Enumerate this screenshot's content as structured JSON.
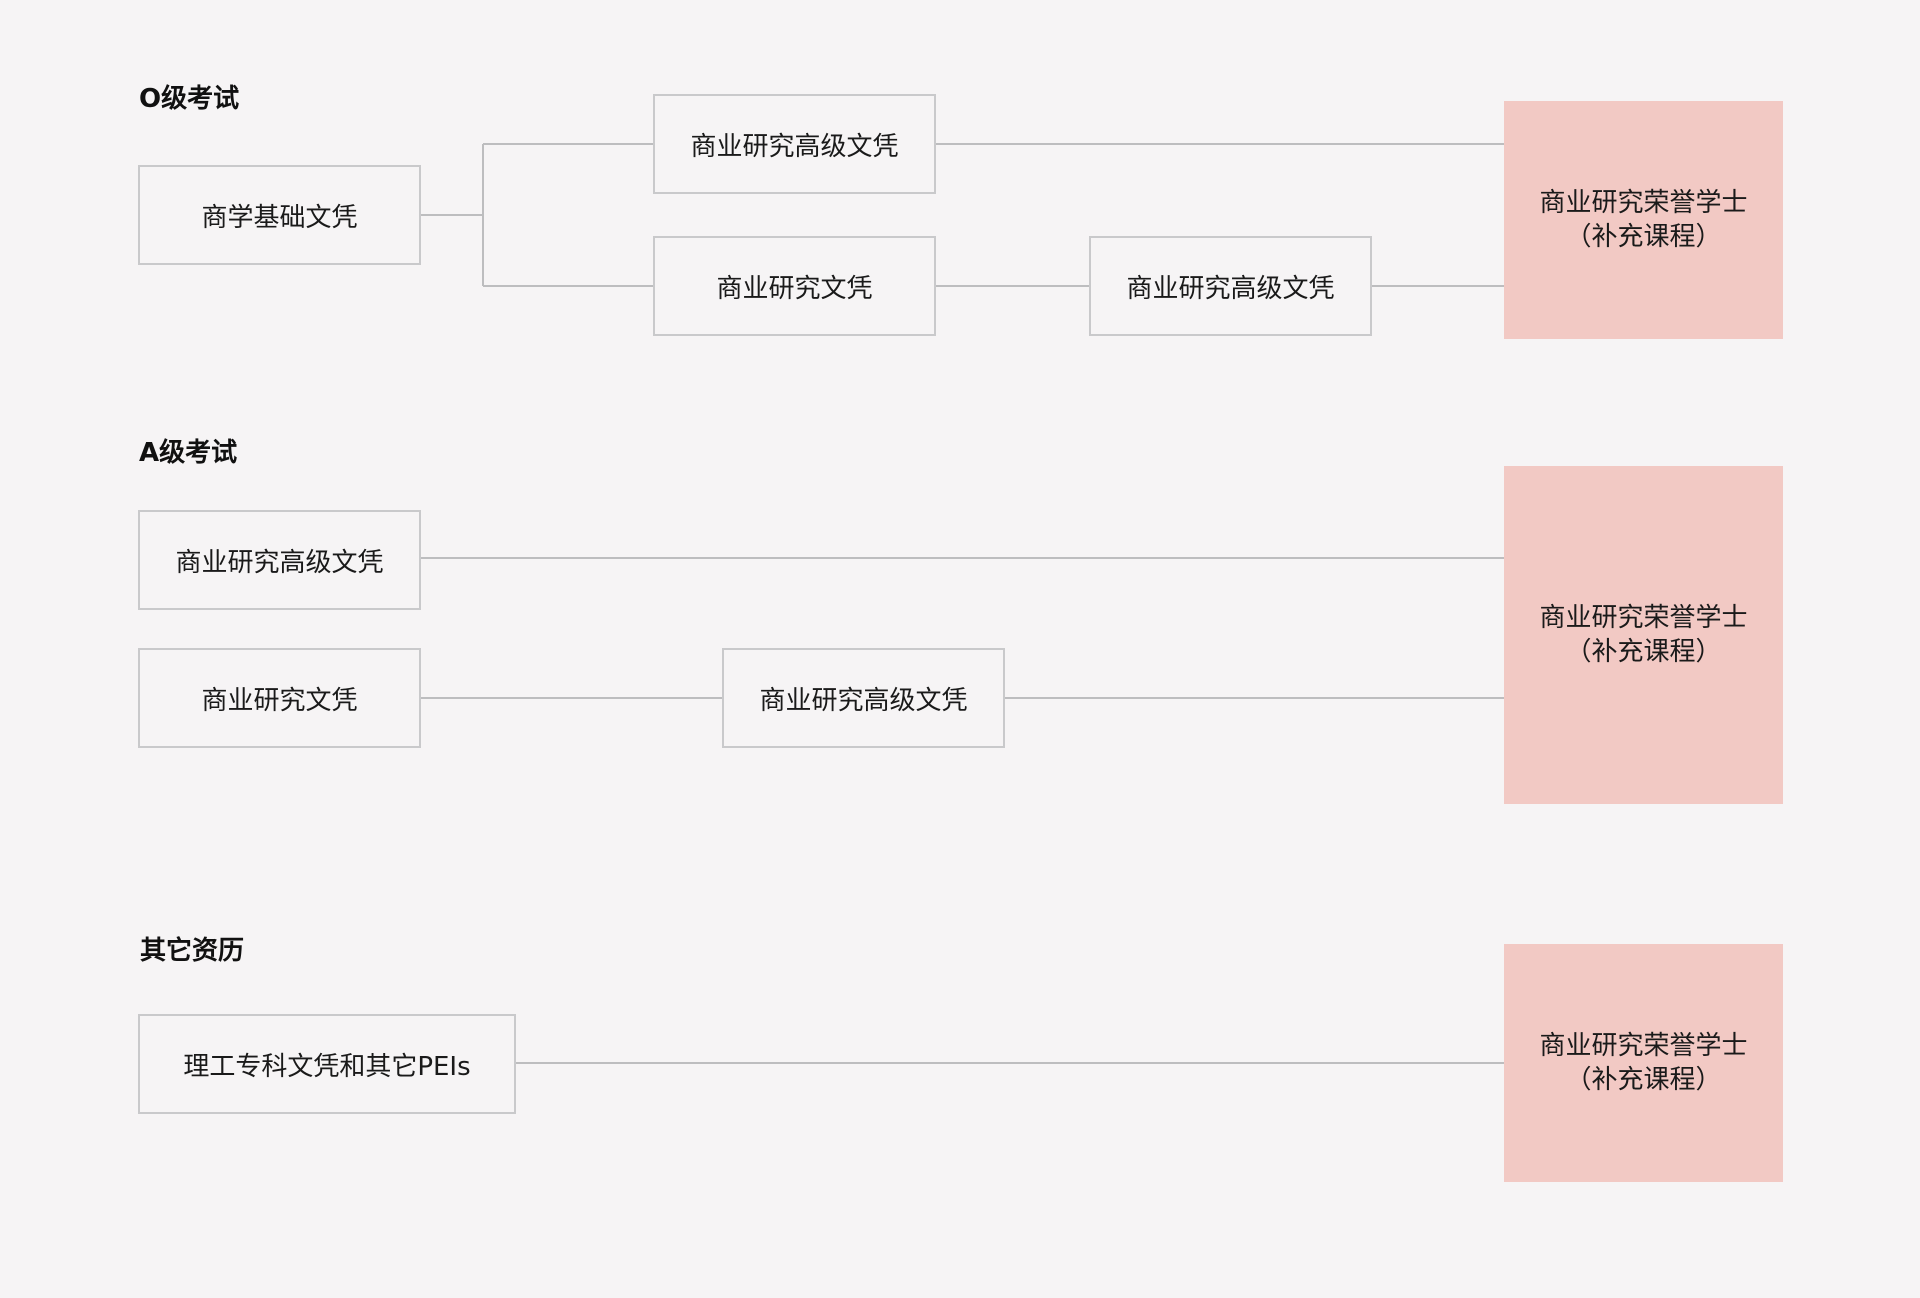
{
  "colors": {
    "background": "#f6f4f5",
    "node_border": "#c9c9cb",
    "connector": "#bdbdbf",
    "target_fill": "#f2c9c4"
  },
  "sections": {
    "o_level": {
      "heading": "O级考试",
      "nodes": {
        "foundation": "商学基础文凭",
        "advanced_top": "商业研究高级文凭",
        "diploma": "商业研究文凭",
        "advanced_bottom": "商业研究高级文凭"
      },
      "target": {
        "line1": "商业研究荣誉学士",
        "line2": "（补充课程）"
      }
    },
    "a_level": {
      "heading": "A级考试",
      "nodes": {
        "advanced_top": "商业研究高级文凭",
        "diploma": "商业研究文凭",
        "advanced_bottom": "商业研究高级文凭"
      },
      "target": {
        "line1": "商业研究荣誉学士",
        "line2": "（补充课程）"
      }
    },
    "other": {
      "heading": "其它资历",
      "nodes": {
        "polytechnic": "理工专科文凭和其它PEIs"
      },
      "target": {
        "line1": "商业研究荣誉学士",
        "line2": "（补充课程）"
      }
    }
  }
}
